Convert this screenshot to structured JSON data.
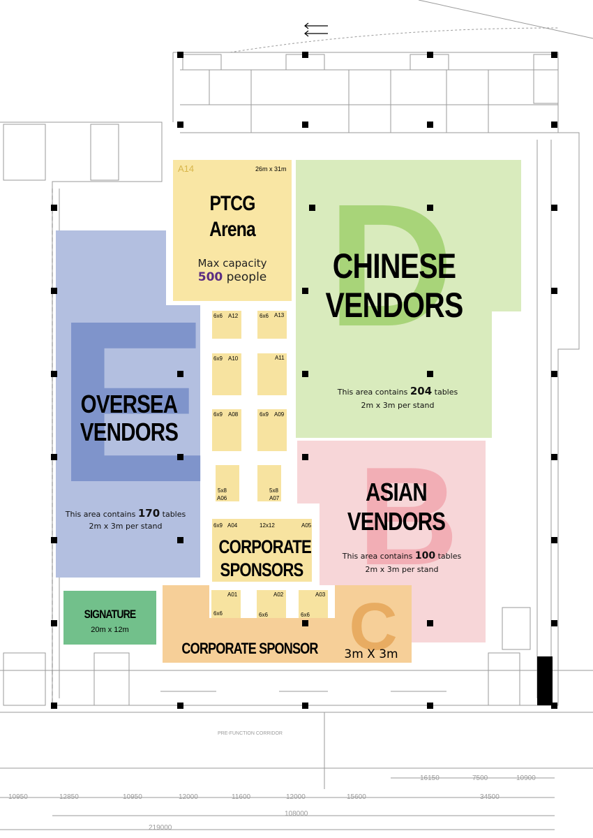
{
  "zones": {
    "a14": {
      "code": "A14",
      "size": "26m x 31m",
      "title_line1": "PTCG",
      "title_line2": "Arena",
      "capacity_label": "Max capacity",
      "capacity_value": "500",
      "capacity_unit": "people"
    },
    "d": {
      "letter": "D",
      "title_line1": "CHINESE",
      "title_line2": "VENDORS",
      "info_prefix": "This area contains",
      "tables": "204",
      "info_suffix": "tables",
      "stand": "2m x 3m per stand"
    },
    "e": {
      "letter": "E",
      "title_line1": "OVERSEA",
      "title_line2": "VENDORS",
      "info_prefix": "This area contains",
      "tables": "170",
      "info_suffix": "tables",
      "stand": "2m x 3m per stand"
    },
    "b": {
      "letter": "B",
      "title_line1": "ASIAN",
      "title_line2": "VENDORS",
      "info_prefix": "This area contains",
      "tables": "100",
      "info_suffix": "tables",
      "stand": "2m x 3m per stand"
    },
    "c": {
      "letter": "C",
      "title": "CORPORATE SPONSOR",
      "size": "3m X 3m"
    },
    "corporate_sponsors": {
      "line1": "CORPORATE",
      "line2": "SPONSORS"
    },
    "signature": {
      "title": "SIGNATURE",
      "size": "20m x 12m"
    }
  },
  "booths": {
    "a12": {
      "size": "6x6",
      "code": "A12"
    },
    "a13": {
      "size": "6x6",
      "code": "A13"
    },
    "a10": {
      "size": "6x9",
      "code": "A10"
    },
    "a11": {
      "code": "A11"
    },
    "a08": {
      "size": "6x9",
      "code": "A08"
    },
    "a09": {
      "size": "6x9",
      "code": "A09"
    },
    "a06": {
      "size": "5x8",
      "code": "A06"
    },
    "a07": {
      "size": "5x8",
      "code": "A07"
    },
    "a04": {
      "size": "6x9",
      "code": "A04"
    },
    "a05": {
      "size": "12x12",
      "code": "A05"
    },
    "a01": {
      "size": "6x6",
      "code": "A01"
    },
    "a02": {
      "size": "6x6",
      "code": "A02"
    },
    "a03": {
      "size": "6x6",
      "code": "A03"
    }
  },
  "dimensions": {
    "row1": [
      "16150",
      "7500",
      "10900"
    ],
    "row2": [
      "10950",
      "12850",
      "10950",
      "12000",
      "11600",
      "12000",
      "15600",
      "34500"
    ],
    "total1": "108000",
    "total2": "219000",
    "corridor": "PRE-FUNCTION CORRIDOR"
  },
  "colors": {
    "arena": "#f9e6a4",
    "chinese": "#d9ebbd",
    "oversea": "#b3bfe0",
    "asian": "#f7d6d8",
    "corporate": "#f6cf98",
    "signature": "#72c08b",
    "accent_purple": "#5b2d82"
  }
}
